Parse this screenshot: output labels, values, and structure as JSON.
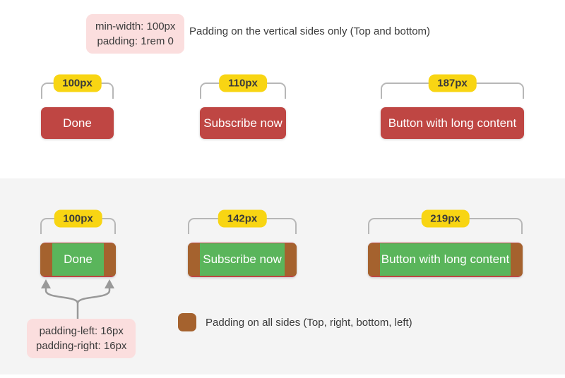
{
  "top_section": {
    "code_box": {
      "line1": "min-width: 100px",
      "line2": "padding: 1rem 0"
    },
    "caption": "Padding on the vertical sides only (Top and bottom)",
    "buttons": [
      {
        "label": "Done",
        "width_label": "100px"
      },
      {
        "label": "Subscribe now",
        "width_label": "110px"
      },
      {
        "label": "Button with long content",
        "width_label": "187px"
      }
    ]
  },
  "bottom_section": {
    "buttons": [
      {
        "label": "Done",
        "width_label": "100px"
      },
      {
        "label": "Subscribe now",
        "width_label": "142px"
      },
      {
        "label": "Button with long content",
        "width_label": "219px"
      }
    ],
    "padding_note": {
      "line1": "padding-left: 16px",
      "line2": "padding-right: 16px"
    },
    "legend": {
      "label": "Padding on all sides (Top, right, bottom, left)"
    }
  },
  "colors": {
    "button_red": "#bf4643",
    "content_green": "#5ab55b",
    "padding_brown": "#a5622e",
    "tag_yellow": "#f8d513",
    "note_pink": "#fbdede",
    "bracket_gray": "#b7b7b7",
    "arrow_gray": "#999999",
    "bottom_background": "#f4f4f4",
    "text_dark": "#3a3a3a"
  }
}
